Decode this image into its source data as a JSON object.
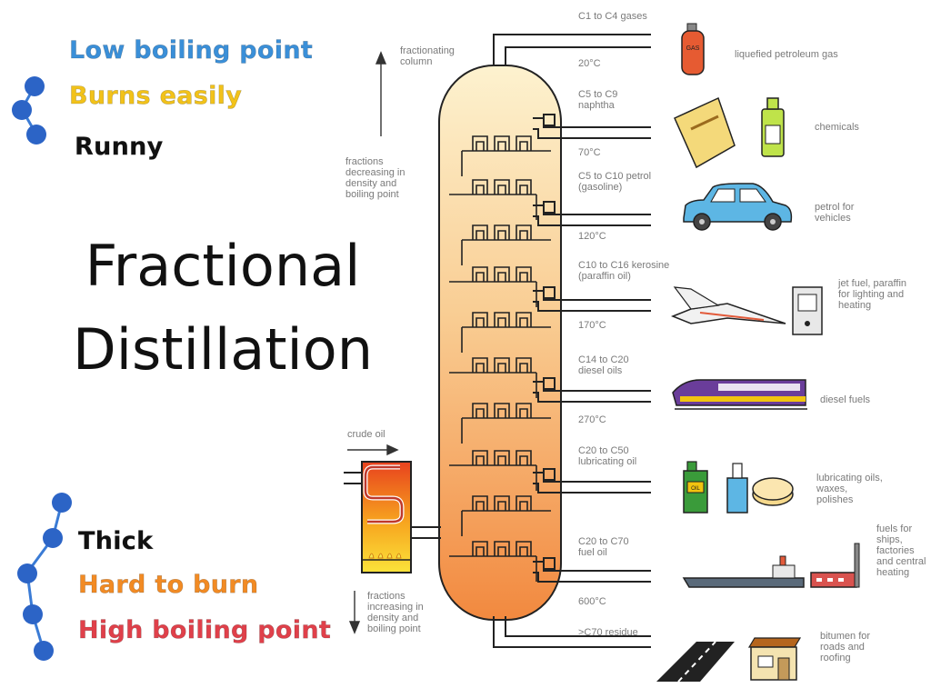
{
  "title": {
    "line1": "Fractional",
    "line2": "Distillation"
  },
  "top_properties": [
    {
      "text": "Low boiling point",
      "color": "#3a8fd8"
    },
    {
      "text": "Burns easily",
      "color": "#f2c21a"
    },
    {
      "text": "Runny",
      "color": "#111111"
    }
  ],
  "bottom_properties": [
    {
      "text": "Thick",
      "color": "#111111"
    },
    {
      "text": "Hard to burn",
      "color": "#f28b24"
    },
    {
      "text": "High boiling point",
      "color": "#e0404a"
    }
  ],
  "diagram": {
    "column_label": "fractionating column",
    "fractions_up": "fractions decreasing in density and boiling point",
    "fractions_down": "fractions increasing in density and boiling point",
    "crude_oil": "crude oil",
    "fractions": [
      {
        "name": "C1 to C4 gases",
        "use": "liquefied petroleum gas",
        "icon": "gas-cylinder-icon"
      },
      {
        "name": "C5 to C9 naphtha",
        "use": "chemicals",
        "icon": "chemicals-icon"
      },
      {
        "name": "C5 to C10 petrol (gasoline)",
        "use": "petrol for vehicles",
        "icon": "car-icon"
      },
      {
        "name": "C10 to C16 kerosine (paraffin oil)",
        "use": "jet fuel, paraffin for lighting and heating",
        "icon": "jet-icon"
      },
      {
        "name": "C14 to C20 diesel oils",
        "use": "diesel fuels",
        "icon": "train-icon"
      },
      {
        "name": "C20 to C50 lubricating oil",
        "use": "lubricating oils, waxes, polishes",
        "icon": "oil-can-icon"
      },
      {
        "name": "C20 to C70 fuel oil",
        "use": "fuels for ships, factories and central heating",
        "icon": "ship-icon"
      },
      {
        "name": ">C70 residue",
        "use": "bitumen for roads and roofing",
        "icon": "road-icon"
      }
    ],
    "temperatures": [
      "20°C",
      "70°C",
      "120°C",
      "170°C",
      "270°C",
      "600°C"
    ]
  }
}
